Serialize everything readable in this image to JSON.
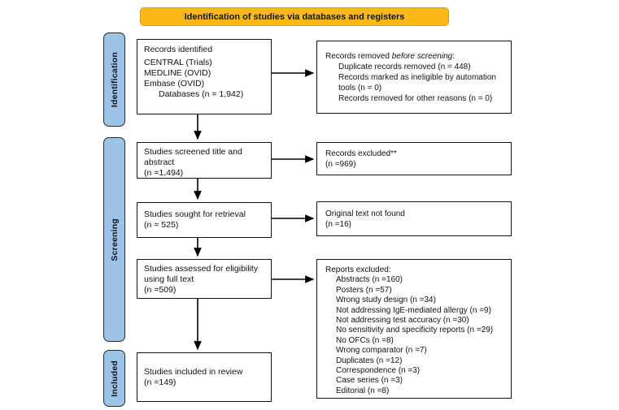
{
  "banner": {
    "label": "Identification of studies via databases and registers"
  },
  "colors": {
    "banner_fill": "#FBB917",
    "banner_border": "#DD9A26",
    "stage_fill": "#9DC3E6",
    "stage_border": "#2B2B2B",
    "box_border": "#111111",
    "arrow": "#000000"
  },
  "stages": {
    "identification": "Identification",
    "screening": "Screening",
    "included": "Included"
  },
  "flow": {
    "records_identified": {
      "title": "Records identified",
      "sources": [
        "CENTRAL (Trials)",
        "MEDLINE (OVID)",
        "Embase (OVID)"
      ],
      "total": "Databases (n = 1,942)"
    },
    "screened": {
      "text": "Studies screened title and abstract",
      "count": "(n =1,494)"
    },
    "retrieval": {
      "text": "Studies sought for retrieval",
      "count": "(n = 525)"
    },
    "eligibility": {
      "text": "Studies assessed for eligibility using full text",
      "count": "(n =509)"
    },
    "included": {
      "text": "Studies included in review",
      "count": "(n =149)"
    }
  },
  "side": {
    "removed": {
      "title_prefix": "Records removed ",
      "title_italic": "before screening",
      "title_suffix": ":",
      "items": [
        "Duplicate records removed (n = 448)",
        "Records marked as ineligible by automation tools (n = 0)",
        "Records removed for other reasons (n = 0)"
      ]
    },
    "excluded": {
      "text": "Records excluded**",
      "count": "(n =969)"
    },
    "not_found": {
      "text": "Original text not found",
      "count": "(n =16)"
    },
    "reports_excluded": {
      "title": "Reports excluded:",
      "items": [
        "Abstracts (n =160)",
        "Posters (n =57)",
        "Wrong study design (n =34)",
        "Not addressing IgE-mediated allergy (n =9)",
        "Not addressing test accuracy (n =30)",
        "No sensitivity and specificity reports (n =29)",
        "No OFCs (n =8)",
        "Wrong comparator (n =7)",
        "Duplicates (n =12)",
        "Correspondence (n =3)",
        "Case series (n =3)",
        "Editorial (n =8)"
      ]
    }
  }
}
